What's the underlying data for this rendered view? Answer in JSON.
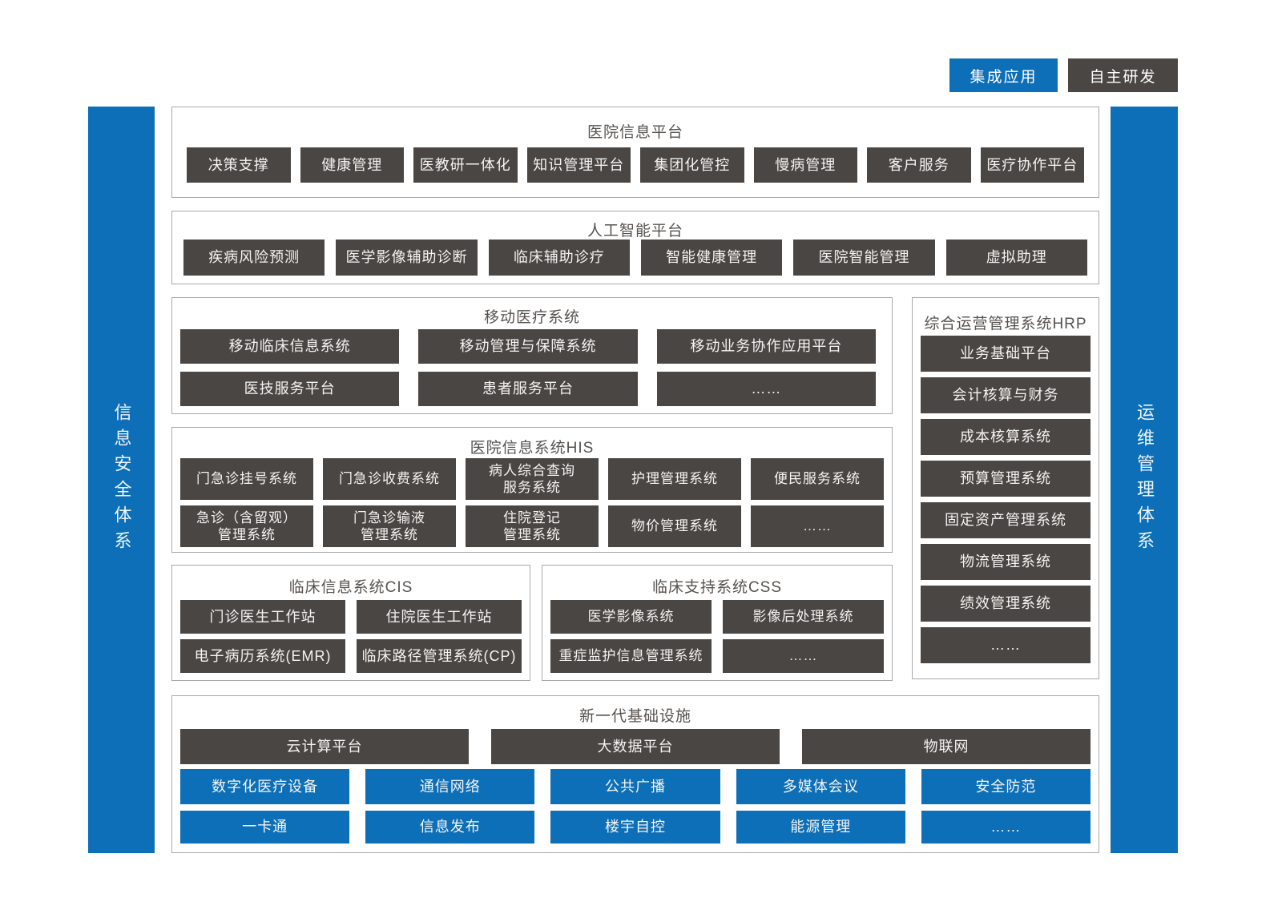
{
  "colors": {
    "accent_blue": "#0d6fb8",
    "box_dark": "#4a4643",
    "frame_border": "#a9a9a9"
  },
  "legend": {
    "integrated_label": "集成应用",
    "self_developed_label": "自主研发"
  },
  "sidebars": {
    "left_label": "信息安全体系",
    "right_label": "运维管理体系"
  },
  "sections": {
    "hip": {
      "title": "医院信息平台",
      "items": [
        "决策支撑",
        "健康管理",
        "医教研一体化",
        "知识管理平台",
        "集团化管控",
        "慢病管理",
        "客户服务",
        "医疗协作平台"
      ]
    },
    "ai": {
      "title": "人工智能平台",
      "items": [
        "疾病风险预测",
        "医学影像辅助诊断",
        "临床辅助诊疗",
        "智能健康管理",
        "医院智能管理",
        "虚拟助理"
      ]
    },
    "mobile": {
      "title": "移动医疗系统",
      "items": [
        "移动临床信息系统",
        "移动管理与保障系统",
        "移动业务协作应用平台",
        "医技服务平台",
        "患者服务平台",
        "……"
      ]
    },
    "hrp": {
      "title": "综合运营管理系统HRP",
      "items": [
        "业务基础平台",
        "会计核算与财务",
        "成本核算系统",
        "预算管理系统",
        "固定资产管理系统",
        "物流管理系统",
        "绩效管理系统",
        "……"
      ]
    },
    "his": {
      "title": "医院信息系统HIS",
      "items": [
        "门急诊挂号系统",
        "门急诊收费系统",
        "病人综合查询\n服务系统",
        "护理管理系统",
        "便民服务系统",
        "急诊（含留观）\n管理系统",
        "门急诊输液\n管理系统",
        "住院登记\n管理系统",
        "物价管理系统",
        "……"
      ]
    },
    "cis": {
      "title": "临床信息系统CIS",
      "items": [
        "门诊医生工作站",
        "住院医生工作站",
        "电子病历系统(EMR)",
        "临床路径管理系统(CP)"
      ]
    },
    "css": {
      "title": "临床支持系统CSS",
      "items": [
        "医学影像系统",
        "影像后处理系统",
        "重症监护信息管理系统",
        "……"
      ]
    },
    "infra": {
      "title": "新一代基础设施",
      "platform_items": [
        "云计算平台",
        "大数据平台",
        "物联网"
      ],
      "integrated_items": [
        "数字化医疗设备",
        "通信网络",
        "公共广播",
        "多媒体会议",
        "安全防范",
        "一卡通",
        "信息发布",
        "楼宇自控",
        "能源管理",
        "……"
      ]
    }
  }
}
